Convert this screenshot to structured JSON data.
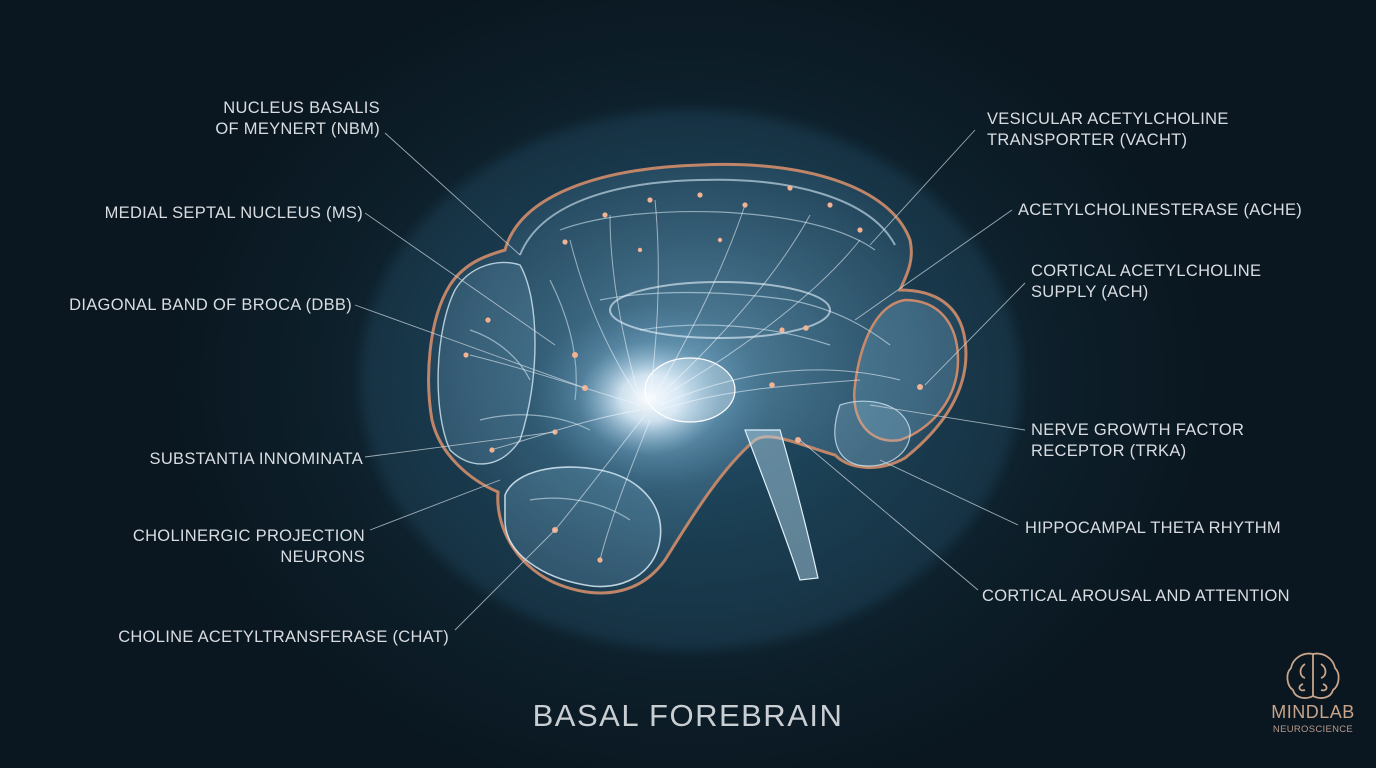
{
  "title": "BASAL FOREBRAIN",
  "colors": {
    "background": "#0d1f2a",
    "glow": "#cfe6f5",
    "accent_dot": "#f2b392",
    "outline": "#c98a6a",
    "text": "#d9dde2"
  },
  "labels_left": [
    {
      "line1": "NUCLEUS BASALIS",
      "line2": "OF MEYNERT (NBM)"
    },
    {
      "line1": "MEDIAL SEPTAL NUCLEUS (MS)",
      "line2": ""
    },
    {
      "line1": "DIAGONAL BAND OF BROCA (DBB)",
      "line2": ""
    },
    {
      "line1": "SUBSTANTIA INNOMINATA",
      "line2": ""
    },
    {
      "line1": "CHOLINERGIC PROJECTION",
      "line2": "NEURONS"
    },
    {
      "line1": "CHOLINE ACETYLTRANSFERASE (CHAT)",
      "line2": ""
    }
  ],
  "labels_right": [
    {
      "line1": "VESICULAR ACETYLCHOLINE",
      "line2": "TRANSPORTER (VACHT)"
    },
    {
      "line1": "ACETYLCHOLINESTERASE (ACHE)",
      "line2": ""
    },
    {
      "line1": "CORTICAL ACETYLCHOLINE",
      "line2": "SUPPLY (ACH)"
    },
    {
      "line1": "NERVE GROWTH FACTOR",
      "line2": "RECEPTOR (TRKA)"
    },
    {
      "line1": "HIPPOCAMPAL THETA RHYTHM",
      "line2": ""
    },
    {
      "line1": "CORTICAL AROUSAL AND ATTENTION",
      "line2": ""
    }
  ],
  "logo": {
    "brand": "MINDLAB",
    "subtitle": "NEUROSCIENCE",
    "icon": "brain-icon"
  }
}
